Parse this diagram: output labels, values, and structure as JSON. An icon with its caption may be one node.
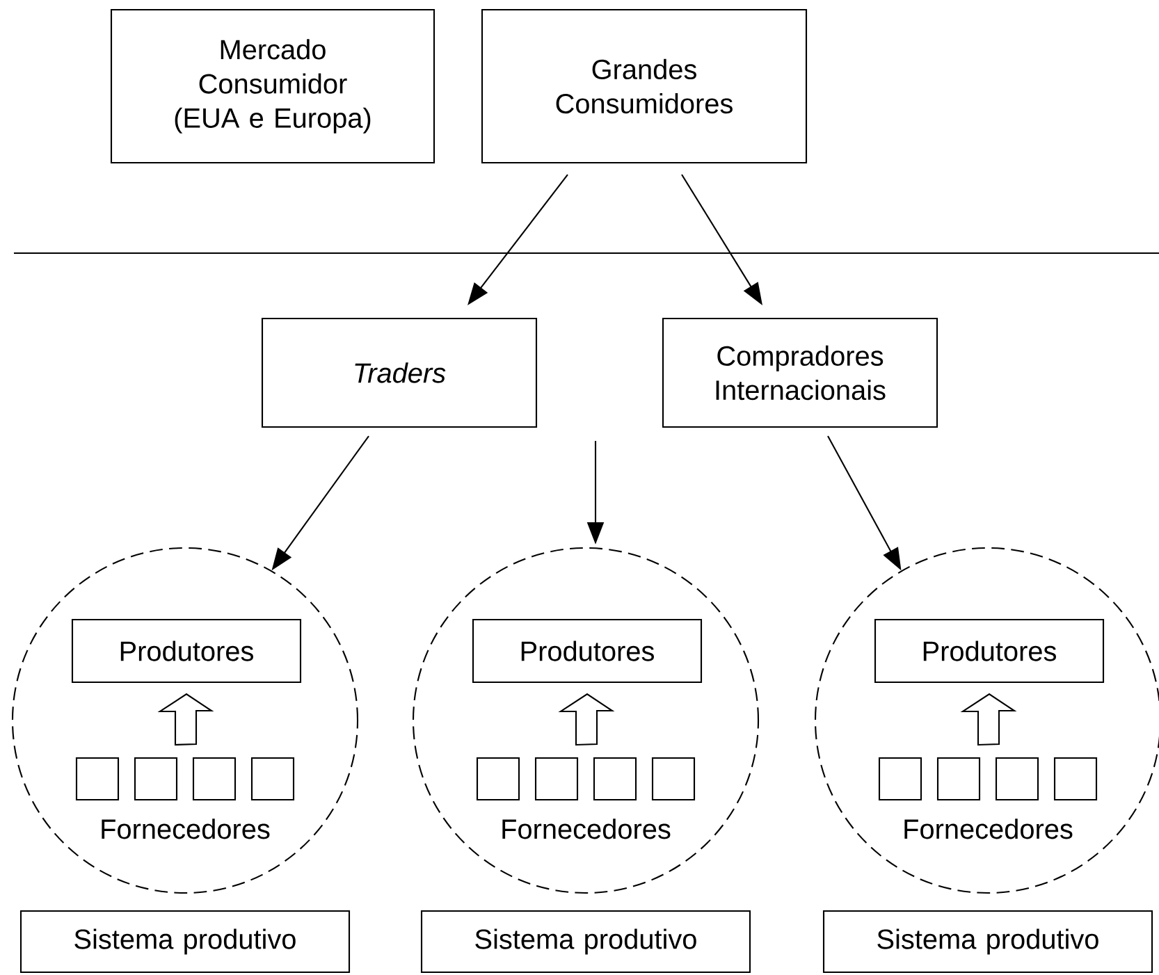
{
  "diagram": {
    "nodes": [
      {
        "text": [
          "Mercado Consumidor (EUA e Europa)"
        ]
      },
      {
        "text": [
          "Grandes Consumidores"
        ]
      },
      {
        "text": [
          "Traders"
        ]
      },
      {
        "text": [
          "Compradores Internacionais"
        ]
      },
      {
        "text": [],
        "shape": "circle"
      },
      {
        "text": [
          "Produtores"
        ],
        "in": 4
      },
      {
        "text": [
          "Fornecedores"
        ],
        "in": 4
      },
      {
        "text": [],
        "shape": "circle"
      },
      {
        "text": [
          "Produtores"
        ],
        "in": 7
      },
      {
        "text": [
          "Fornecedores"
        ],
        "in": 7
      },
      {
        "text": [],
        "shape": "circle"
      },
      {
        "text": [
          "Produtores"
        ],
        "in": 10
      },
      {
        "text": [
          "Fornecedores"
        ],
        "in": 10
      },
      {
        "text": [
          "Sistema produtivo"
        ]
      },
      {
        "text": [
          "Sistema produtivo"
        ]
      },
      {
        "text": [
          "Sistema produtivo"
        ]
      }
    ],
    "edges": [
      {
        "from": 1,
        "to": 2,
        "arrow": "to"
      },
      {
        "from": 1,
        "to": 3,
        "arrow": "to"
      },
      {
        "from": 2,
        "to": 4,
        "arrow": "to"
      },
      {
        "from": null,
        "to": 7,
        "arrow": "to"
      },
      {
        "from": 3,
        "to": 10,
        "arrow": "to"
      },
      {
        "from": 6,
        "to": 5,
        "arrow": "to",
        "style": "thick"
      },
      {
        "from": 9,
        "to": 8,
        "arrow": "to",
        "style": "thick"
      },
      {
        "from": 12,
        "to": 11,
        "arrow": "to",
        "style": "thick"
      }
    ]
  }
}
